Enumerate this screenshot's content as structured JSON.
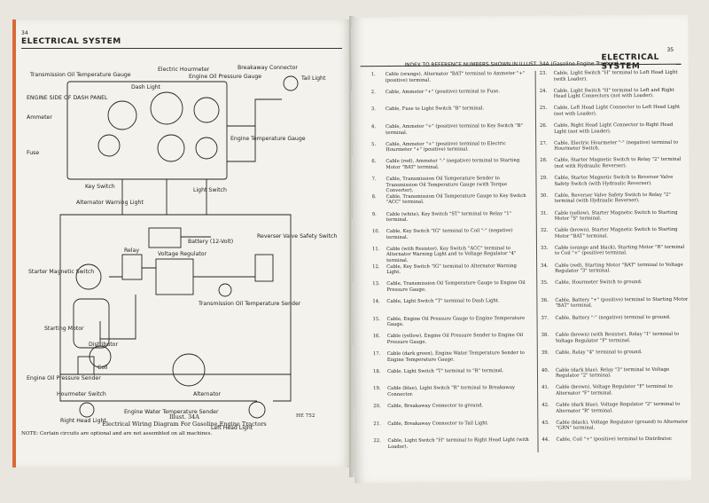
{
  "left_page": {
    "page_number": "34",
    "header": "ELECTRICAL SYSTEM",
    "caption_line1": "Illust. 34A",
    "caption_line2": "Electrical Wiring Diagram For Gasoline Engine Tractors",
    "code": "HE 752",
    "note": "NOTE: Certain circuits are optional and are not assembled on all machines.",
    "labels": {
      "trans_gauge": "Transmission Oil Temperature Gauge",
      "elec_hourmeter": "Electric Hourmeter",
      "engine_oil_gauge": "Engine Oil Pressure Gauge",
      "breakaway": "Breakaway Connector",
      "tail_light": "Tail Light",
      "engine_side": "ENGINE SIDE OF DASH PANEL",
      "ammeter": "Ammeter",
      "fuse": "Fuse",
      "dash_light": "Dash Light",
      "engine_temp_gauge": "Engine Temperature Gauge",
      "key_switch": "Key Switch",
      "alternator_light": "Alternator Warning Light",
      "light_switch": "Light Switch",
      "reverser": "Reverser Valve Safety Switch",
      "battery": "Battery (12-Volt)",
      "starter_magnetic": "Starter Magnetic Switch",
      "relay": "Relay",
      "voltage_regulator": "Voltage Regulator",
      "trans_sender": "Transmission Oil Temperature Sender",
      "starting_motor": "Starting Motor",
      "distributor": "Distributor",
      "coil": "Coil",
      "engine_oil_sender": "Engine Oil Pressure Sender",
      "hourmeter_switch": "Hourmeter Switch",
      "water_sender": "Engine Water Temperature Sender",
      "alternator": "Alternator",
      "right_head": "Right Head Light",
      "left_head": "Left Head Light"
    }
  },
  "right_page": {
    "page_number": "35",
    "header": "ELECTRICAL SYSTEM",
    "index_title": "INDEX TO REFERENCE NUMBERS SHOWN IN ILLUST. 34A (Gasoline Engine Tractors)",
    "left_entries": [
      {
        "n": "1.",
        "t": "Cable (orange), Alternator \"BAT\" terminal to Ammeter \"+\" (positive) terminal."
      },
      {
        "n": "2.",
        "t": "Cable, Ammeter \"+\" (positive) terminal to Fuse."
      },
      {
        "n": "3.",
        "t": "Cable, Fuse to Light Switch \"B\" terminal."
      },
      {
        "n": "4.",
        "t": "Cable, Ammeter \"+\" (positive) terminal to Key Switch \"B\" terminal."
      },
      {
        "n": "5.",
        "t": "Cable, Ammeter \"+\" (positive) terminal to Electric Hourmeter \"+\" (positive) terminal."
      },
      {
        "n": "6.",
        "t": "Cable (red), Ammeter \"-\" (negative) terminal to Starting Motor \"BAT\" terminal."
      },
      {
        "n": "7.",
        "t": "Cable, Transmission Oil Temperature Sender to Transmission Oil Temperature Gauge (with Torque Converter)."
      },
      {
        "n": "8.",
        "t": "Cable, Transmission Oil Temperature Gauge to Key Switch \"ACC\" terminal."
      },
      {
        "n": "9.",
        "t": "Cable (white), Key Switch \"ST\" terminal to Relay \"1\" terminal."
      },
      {
        "n": "10.",
        "t": "Cable, Key Switch \"IG\" terminal to Coil \"-\" (negative) terminal."
      },
      {
        "n": "11.",
        "t": "Cable (with Resistor), Key Switch \"ACC\" terminal to Alternator Warning Light and to Voltage Regulator \"4\" terminal."
      },
      {
        "n": "12.",
        "t": "Cable, Key Switch \"IG\" terminal to Alternator Warning Light."
      },
      {
        "n": "13.",
        "t": "Cable, Transmission Oil Temperature Gauge to Engine Oil Pressure Gauge."
      },
      {
        "n": "14.",
        "t": "Cable, Light Switch \"T\" terminal to Dash Light."
      },
      {
        "n": "15.",
        "t": "Cable, Engine Oil Pressure Gauge to Engine Temperature Gauge."
      },
      {
        "n": "16.",
        "t": "Cable (yellow), Engine Oil Pressure Sender to Engine Oil Pressure Gauge."
      },
      {
        "n": "17.",
        "t": "Cable (dark green), Engine Water Temperature Sender to Engine Temperature Gauge."
      },
      {
        "n": "18.",
        "t": "Cable, Light Switch \"T\" terminal to \"R\" terminal."
      },
      {
        "n": "19.",
        "t": "Cable (blue), Light Switch \"R\" terminal to Breakaway Connector."
      },
      {
        "n": "20.",
        "t": "Cable, Breakaway Connector to ground."
      },
      {
        "n": "21.",
        "t": "Cable, Breakaway Connector to Tail Light."
      },
      {
        "n": "22.",
        "t": "Cable, Light Switch \"H\" terminal to Right Head Light (with Loader)."
      }
    ],
    "right_entries": [
      {
        "n": "23.",
        "t": "Cable, Light Switch \"H\" terminal to Left Head Light (with Loader)."
      },
      {
        "n": "24.",
        "t": "Cable, Light Switch \"H\" terminal to Left and Right Head Light Connectors (not with Loader)."
      },
      {
        "n": "25.",
        "t": "Cable, Left Head Light Connector to Left Head Light (not with Loader)."
      },
      {
        "n": "26.",
        "t": "Cable, Right Head Light Connector to Right Head Light (not with Loader)."
      },
      {
        "n": "27.",
        "t": "Cable, Electric Hourmeter \"-\" (negative) terminal to Hourmeter Switch."
      },
      {
        "n": "28.",
        "t": "Cable, Starter Magnetic Switch to Relay \"2\" terminal (not with Hydraulic Reverser)."
      },
      {
        "n": "29.",
        "t": "Cable, Starter Magnetic Switch to Reverser Valve Safety Switch (with Hydraulic Reverser)."
      },
      {
        "n": "30.",
        "t": "Cable, Reverser Valve Safety Switch to Relay \"2\" terminal (with Hydraulic Reverser)."
      },
      {
        "n": "31.",
        "t": "Cable (yellow), Starter Magnetic Switch to Starting Motor \"S\" terminal."
      },
      {
        "n": "32.",
        "t": "Cable (brown), Starter Magnetic Switch to Starting Motor \"BAT\" terminal."
      },
      {
        "n": "33.",
        "t": "Cable (orange and black), Starting Motor \"R\" terminal to Coil \"+\" (positive) terminal."
      },
      {
        "n": "34.",
        "t": "Cable (red), Starting Motor \"BAT\" terminal to Voltage Regulator \"3\" terminal."
      },
      {
        "n": "35.",
        "t": "Cable, Hourmeter Switch to ground."
      },
      {
        "n": "36.",
        "t": "Cable, Battery \"+\" (positive) terminal to Starting Motor \"BAT\" terminal."
      },
      {
        "n": "37.",
        "t": "Cable, Battery \"-\" (negative) terminal to ground."
      },
      {
        "n": "38.",
        "t": "Cable (brown) (with Resistor), Relay \"1\" terminal to Voltage Regulator \"F\" terminal."
      },
      {
        "n": "39.",
        "t": "Cable, Relay \"4\" terminal to ground."
      },
      {
        "n": "40.",
        "t": "Cable (dark blue), Relay \"3\" terminal to Voltage Regulator \"2\" terminal."
      },
      {
        "n": "41.",
        "t": "Cable (brown), Voltage Regulator \"F\" terminal to Alternator \"F\" terminal."
      },
      {
        "n": "42.",
        "t": "Cable (dark blue), Voltage Regulator \"2\" terminal to Alternator \"R\" terminal."
      },
      {
        "n": "43.",
        "t": "Cable (black), Voltage Regulator (ground) to Alternator \"GRN\" terminal."
      },
      {
        "n": "44.",
        "t": "Cable, Coil \"+\" (positive) terminal to Distributor."
      }
    ]
  }
}
